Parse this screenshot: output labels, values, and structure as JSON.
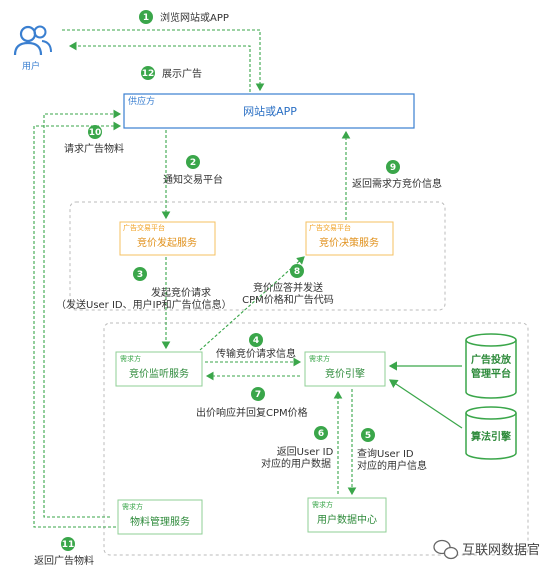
{
  "user": {
    "label": "用户"
  },
  "supply": {
    "tag": "供应方",
    "title": "网站或APP"
  },
  "exchange": {
    "tag": "广告交易平台",
    "bid_launch": "竞价发起服务",
    "bid_decide": "竞价决策服务"
  },
  "demand": {
    "tag": "需求方",
    "bid_listen": "竞价监听服务",
    "bid_engine": "竞价引擎",
    "material_mgmt": "物料管理服务",
    "user_data": "用户数据中心"
  },
  "databases": {
    "ad_platform_l1": "广告投放",
    "ad_platform_l2": "管理平台",
    "algo": "算法引擎"
  },
  "steps": {
    "s1": "浏览网站或APP",
    "s12": "展示广告",
    "s10": "请求广告物料",
    "s2": "通知交易平台",
    "s9": "返回需求方竞价信息",
    "s3_l1": "发起竞价请求",
    "s3_l2": "（发送User ID、用户IP和广告位信息）",
    "s8_l1": "竞价应答并发送",
    "s8_l2": "CPM价格和广告代码",
    "s4": "传输竞价请求信息",
    "s7": "出价响应并回复CPM价格",
    "s6_l1": "返回User ID",
    "s6_l2": "对应的用户数据",
    "s5_l1": "查询User ID",
    "s5_l2": "对应的用户信息",
    "s11": "返回广告物料"
  },
  "badges": [
    "1",
    "2",
    "3",
    "4",
    "5",
    "6",
    "7",
    "8",
    "9",
    "10",
    "11",
    "12"
  ],
  "watermark": "互联网数据官",
  "colors": {
    "green": "#3aa64a",
    "blue": "#3a7fd0",
    "orange": "#f0a020",
    "gray": "#bbbbbb"
  }
}
